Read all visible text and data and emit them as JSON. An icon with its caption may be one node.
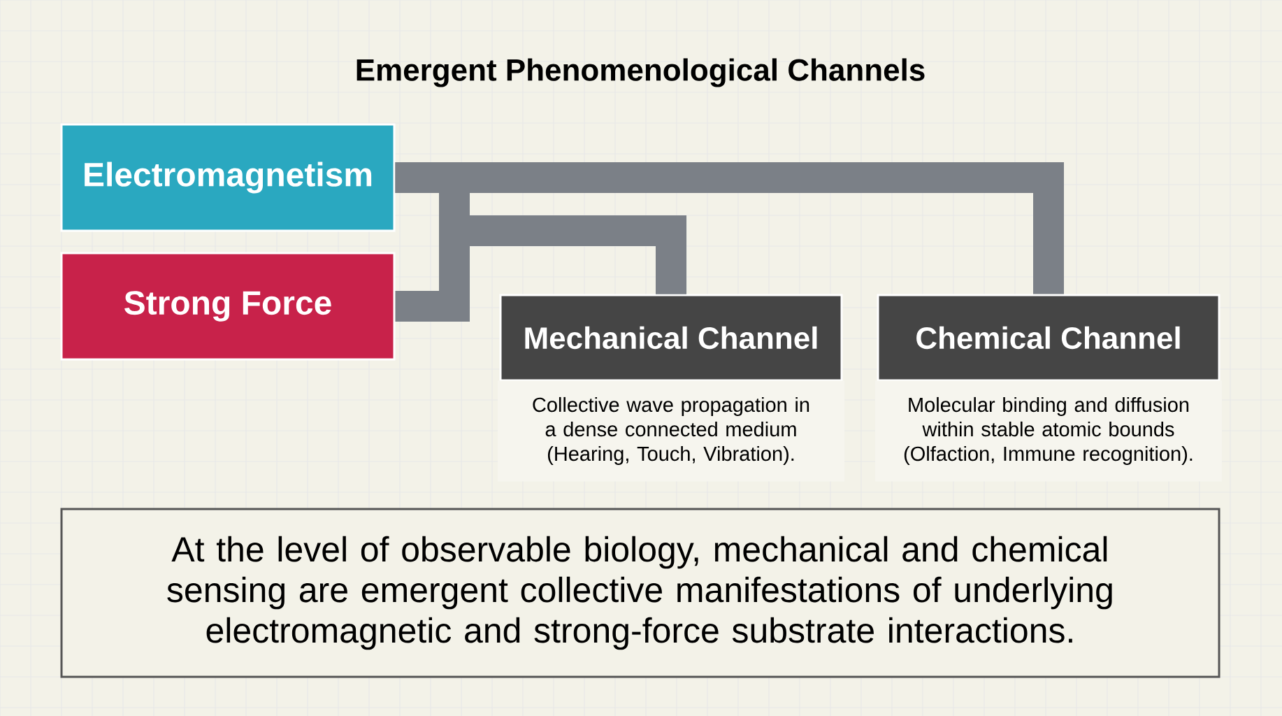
{
  "diagram": {
    "title": "Emergent Phenomenological Channels",
    "nodes": [
      {
        "text": [
          "Electromagnetism"
        ]
      },
      {
        "text": [
          "Strong Force"
        ]
      },
      {
        "text": [
          "Mechanical Channel",
          "Collective wave propagation in a dense connected medium (Hearing, Touch, Vibration)."
        ]
      },
      {
        "text": [
          "Chemical Channel",
          "Molecular binding and diffusion within stable atomic bounds (Olfaction, Immune recognition)."
        ]
      },
      {
        "text": [
          "At the level of observable biology, mechanical and chemical sensing are emergent collective manifestations of underlying electromagnetic and strong-force substrate interactions."
        ]
      }
    ],
    "edges": [
      {
        "from": 0,
        "to": 3,
        "arrow": "none"
      },
      {
        "from": 0,
        "to": 2,
        "arrow": "none"
      },
      {
        "from": 1,
        "to": 2,
        "arrow": "none"
      }
    ]
  }
}
